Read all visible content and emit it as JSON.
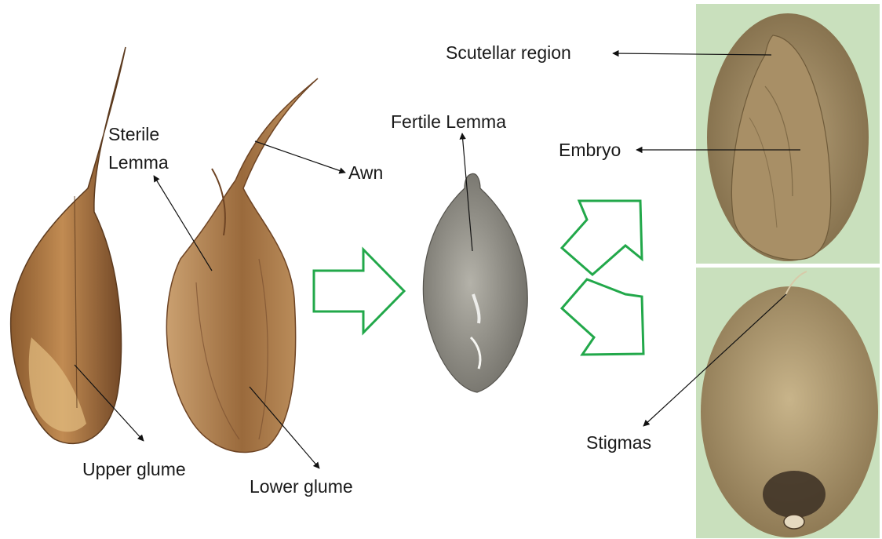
{
  "labels": {
    "sterile_lemma_line1": "Sterile",
    "sterile_lemma_line2": "Lemma",
    "awn": "Awn",
    "upper_glume": "Upper glume",
    "lower_glume": "Lower glume",
    "fertile_lemma": "Fertile Lemma",
    "scutellar_region": "Scutellar region",
    "embryo": "Embryo",
    "stigmas": "Stigmas"
  },
  "colors": {
    "arrow_green": "#22a84a",
    "spikelet_brown": "#b07a45",
    "fertile_grain_gray": "#8c8a80",
    "photo_background": "#c9e0bd",
    "seed_tan": "#a68f65"
  }
}
